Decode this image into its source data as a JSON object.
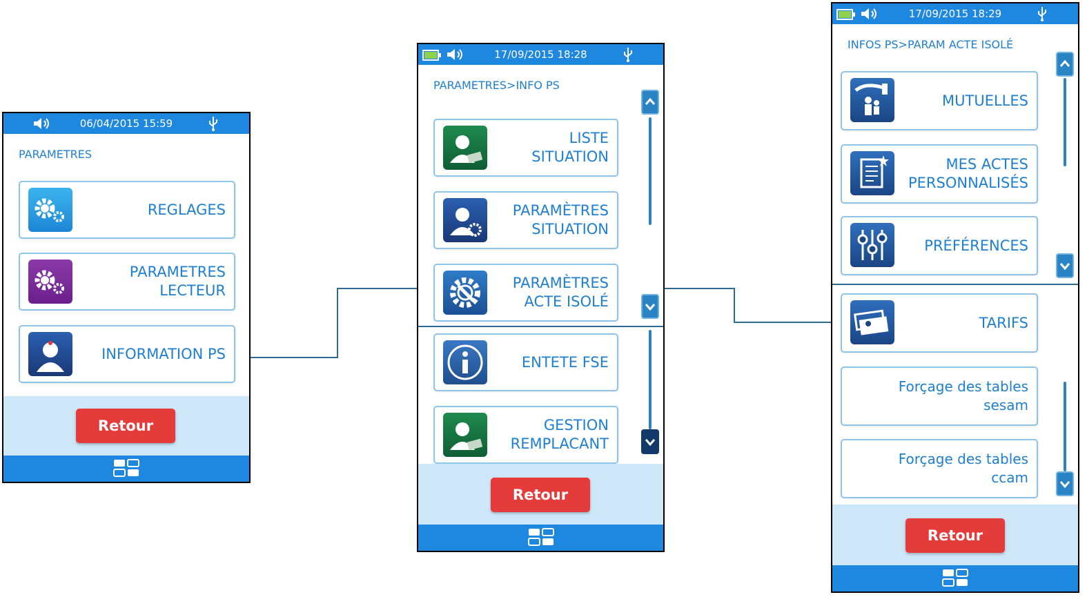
{
  "screen1": {
    "status": {
      "datetime": "06/04/2015 15:59"
    },
    "breadcrumb": "PARAMETRES",
    "items": [
      {
        "line1": "REGLAGES",
        "line2": ""
      },
      {
        "line1": "PARAMETRES",
        "line2": "LECTEUR"
      },
      {
        "line1": "INFORMATION PS",
        "line2": ""
      }
    ],
    "back_label": "Retour"
  },
  "screen2": {
    "status": {
      "datetime": "17/09/2015 18:28"
    },
    "breadcrumb": "PARAMETRES>INFO PS",
    "items": [
      {
        "line1": "LISTE",
        "line2": "SITUATION"
      },
      {
        "line1": "PARAMÈTRES",
        "line2": "SITUATION"
      },
      {
        "line1": "PARAMÈTRES",
        "line2": "ACTE ISOLÉ"
      },
      {
        "line1": "ENTETE FSE",
        "line2": ""
      },
      {
        "line1": "GESTION",
        "line2": "REMPLACANT"
      }
    ],
    "back_label": "Retour"
  },
  "screen3": {
    "status": {
      "datetime": "17/09/2015 18:29"
    },
    "breadcrumb": "INFOS PS>PARAM ACTE ISOLÉ",
    "items": [
      {
        "line1": "MUTUELLES",
        "line2": ""
      },
      {
        "line1": "MES ACTES",
        "line2": "PERSONNALISÉS"
      },
      {
        "line1": "PRÉFÉRENCES",
        "line2": ""
      },
      {
        "line1": "TARIFS",
        "line2": ""
      },
      {
        "line1": "Forçage des tables",
        "line2": "sesam"
      },
      {
        "line1": "Forçage des tables",
        "line2": "ccam"
      }
    ],
    "back_label": "Retour"
  },
  "colors": {
    "status_bar": "#1e88e0",
    "label_text": "#1e7fd0",
    "item_border": "#8ec3ea",
    "footer_bg": "#cde6f8",
    "back_button": "#e43b3b",
    "connector": "#2e6b93"
  },
  "icons": [
    "speaker-icon",
    "battery-icon",
    "usb-icon",
    "home-icon",
    "gear-icon",
    "person-icon",
    "info-icon",
    "wrench-gear-icon",
    "mutual-icon",
    "document-icon",
    "sliders-icon",
    "banknote-icon",
    "chevron-up-icon",
    "chevron-down-icon"
  ]
}
